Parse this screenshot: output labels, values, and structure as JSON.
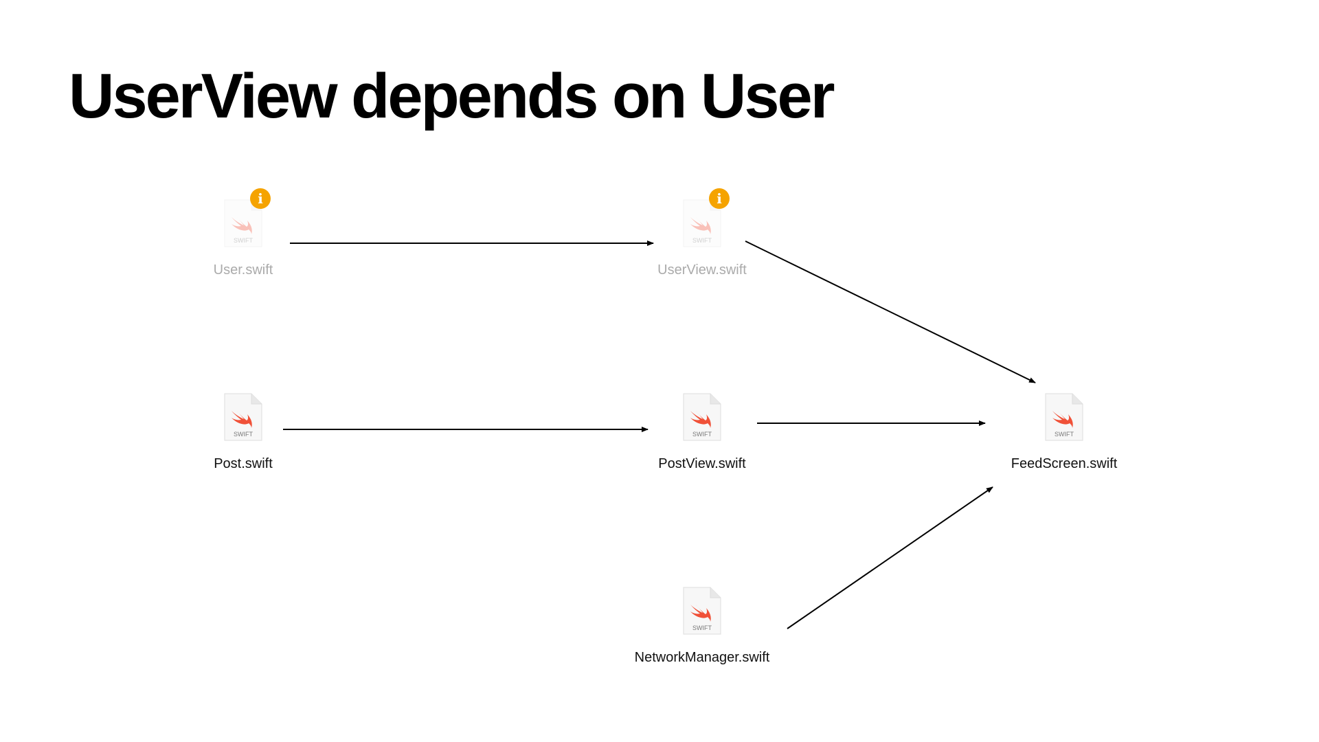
{
  "title": "UserView depends on User",
  "file_type_label": "SWIFT",
  "badge_glyph": "i",
  "colors": {
    "badge": "#f5a300",
    "swift": "#f05138"
  },
  "nodes": [
    {
      "label": "User.swift",
      "faded": true,
      "badge": "info-icon"
    },
    {
      "label": "UserView.swift",
      "faded": true,
      "badge": "info-icon"
    },
    {
      "label": "Post.swift",
      "faded": false
    },
    {
      "label": "PostView.swift",
      "faded": false
    },
    {
      "label": "FeedScreen.swift",
      "faded": false
    },
    {
      "label": "NetworkManager.swift",
      "faded": false
    }
  ],
  "edges": [
    {
      "from": "User.swift",
      "to": "UserView.swift"
    },
    {
      "from": "Post.swift",
      "to": "PostView.swift"
    },
    {
      "from": "PostView.swift",
      "to": "FeedScreen.swift"
    },
    {
      "from": "UserView.swift",
      "to": "FeedScreen.swift"
    },
    {
      "from": "NetworkManager.swift",
      "to": "FeedScreen.swift"
    }
  ]
}
